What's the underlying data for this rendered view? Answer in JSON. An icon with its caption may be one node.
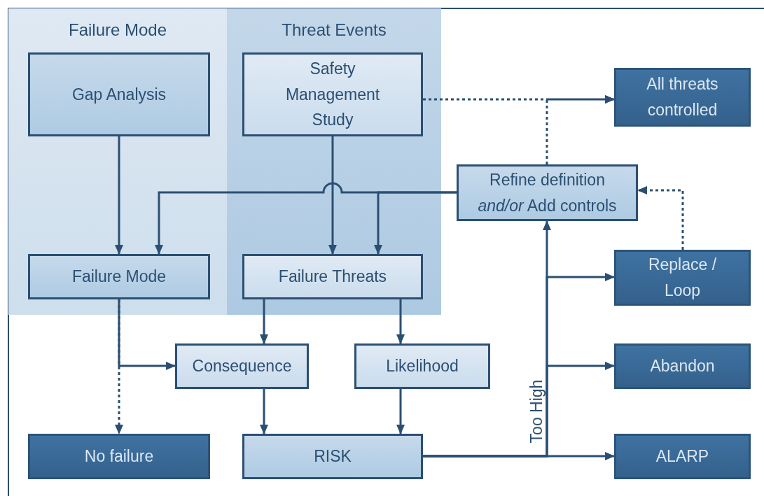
{
  "diagram": {
    "nodes": [
      {
        "text": [
          "Failure Mode"
        ]
      },
      {
        "text": [
          "Threat Events"
        ]
      },
      {
        "text": [
          "Gap Analysis"
        ],
        "in": 0
      },
      {
        "text": [
          "Safety Management Study"
        ],
        "in": 1
      },
      {
        "text": [
          "Failure Mode"
        ],
        "in": 0
      },
      {
        "text": [
          "Failure Threats"
        ],
        "in": 1
      },
      {
        "text": [
          "All threats controlled"
        ]
      },
      {
        "text": [
          "Refine definition *and/or* Add controls"
        ]
      },
      {
        "text": [
          "Replace / Loop"
        ]
      },
      {
        "text": [
          "Consequence"
        ]
      },
      {
        "text": [
          "Likelihood"
        ]
      },
      {
        "text": [
          "Abandon"
        ]
      },
      {
        "text": [
          "No failure"
        ]
      },
      {
        "text": [
          "RISK"
        ]
      },
      {
        "text": [
          "ALARP"
        ]
      }
    ],
    "edges": [
      {
        "from": 2,
        "to": 4,
        "arrow": "to"
      },
      {
        "from": 3,
        "to": 5,
        "arrow": "to"
      },
      {
        "from": 7,
        "to": 4,
        "arrow": "to"
      },
      {
        "from": 7,
        "to": 5,
        "arrow": "to"
      },
      {
        "from": 3,
        "to": 6,
        "arrow": "to",
        "style": "dashed"
      },
      {
        "from": 7,
        "to": 6,
        "arrow": "to",
        "style": "dashed"
      },
      {
        "from": 8,
        "to": 7,
        "arrow": "to",
        "style": "dashed"
      },
      {
        "from": 5,
        "to": 9,
        "arrow": "to"
      },
      {
        "from": 5,
        "to": 10,
        "arrow": "to"
      },
      {
        "from": 4,
        "to": 9,
        "arrow": "to"
      },
      {
        "from": 4,
        "to": 12,
        "arrow": "to",
        "style": "dashed"
      },
      {
        "from": 9,
        "to": 13,
        "arrow": "to"
      },
      {
        "from": 10,
        "to": 13,
        "arrow": "to"
      },
      {
        "from": 13,
        "to": 14,
        "arrow": "to"
      },
      {
        "from": 13,
        "to": 7,
        "arrow": "to",
        "label": "Too High"
      },
      {
        "from": 13,
        "to": 8,
        "arrow": "to"
      },
      {
        "from": 13,
        "to": 11,
        "arrow": "to"
      }
    ]
  }
}
